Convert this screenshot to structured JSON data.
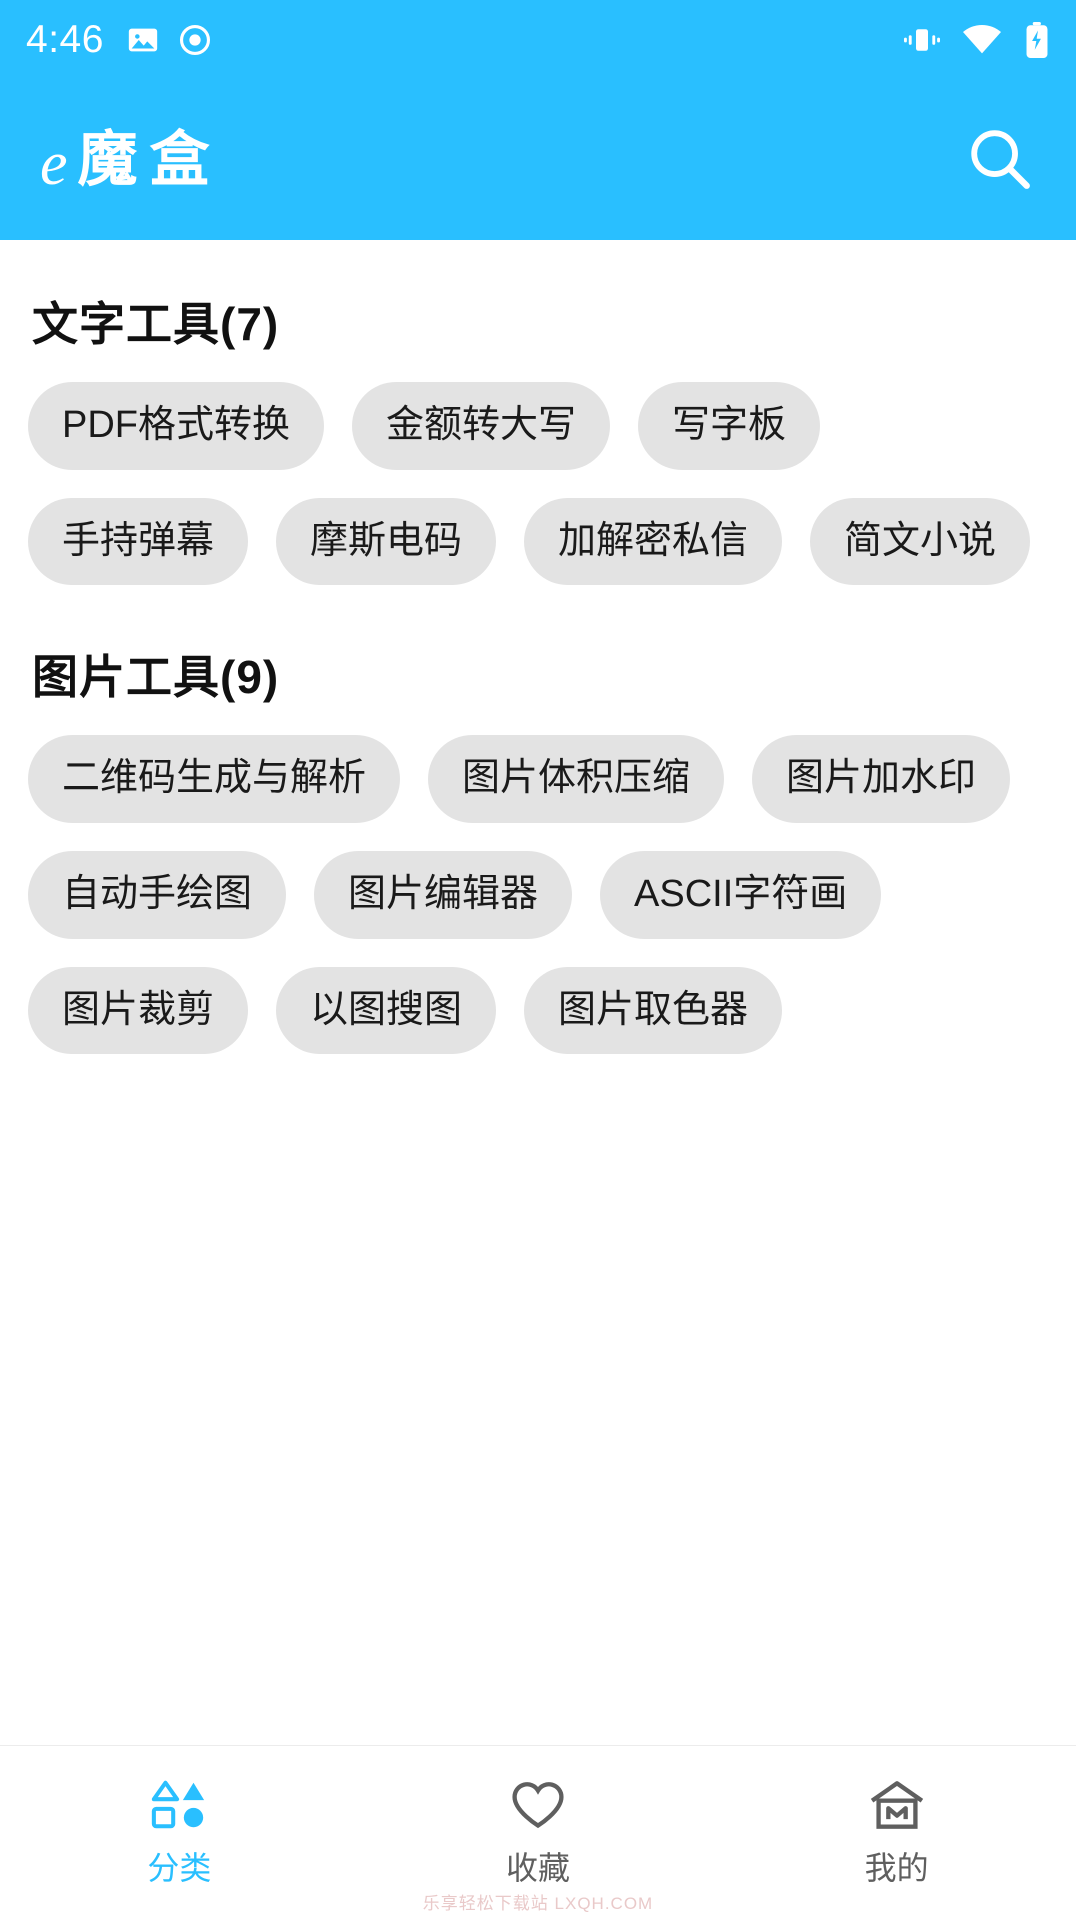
{
  "status_bar": {
    "time": "4:46",
    "left_icons": [
      "image-icon",
      "record-icon"
    ],
    "right_icons": [
      "vibrate-icon",
      "wifi-icon",
      "battery-charging-icon"
    ]
  },
  "app_bar": {
    "logo_latin": "e",
    "logo_cn": "魔盒",
    "search_icon": "search-icon"
  },
  "sections": [
    {
      "title": "文字工具(7)",
      "items": [
        "PDF格式转换",
        "金额转大写",
        "写字板",
        "手持弹幕",
        "摩斯电码",
        "加解密私信",
        "简文小说"
      ]
    },
    {
      "title": "图片工具(9)",
      "items": [
        "二维码生成与解析",
        "图片体积压缩",
        "图片加水印",
        "自动手绘图",
        "图片编辑器",
        "ASCII字符画",
        "图片裁剪",
        "以图搜图",
        "图片取色器"
      ]
    }
  ],
  "bottom_nav": {
    "items": [
      {
        "label": "分类",
        "icon": "category-shapes-icon",
        "active": true
      },
      {
        "label": "收藏",
        "icon": "heart-icon",
        "active": false
      },
      {
        "label": "我的",
        "icon": "home-m-icon",
        "active": false
      }
    ]
  },
  "watermark": "乐享轻松下载站 LXQH.COM",
  "colors": {
    "accent": "#29bfff",
    "chip_bg": "#e3e3e3",
    "nav_inactive": "#5f5f5f"
  }
}
